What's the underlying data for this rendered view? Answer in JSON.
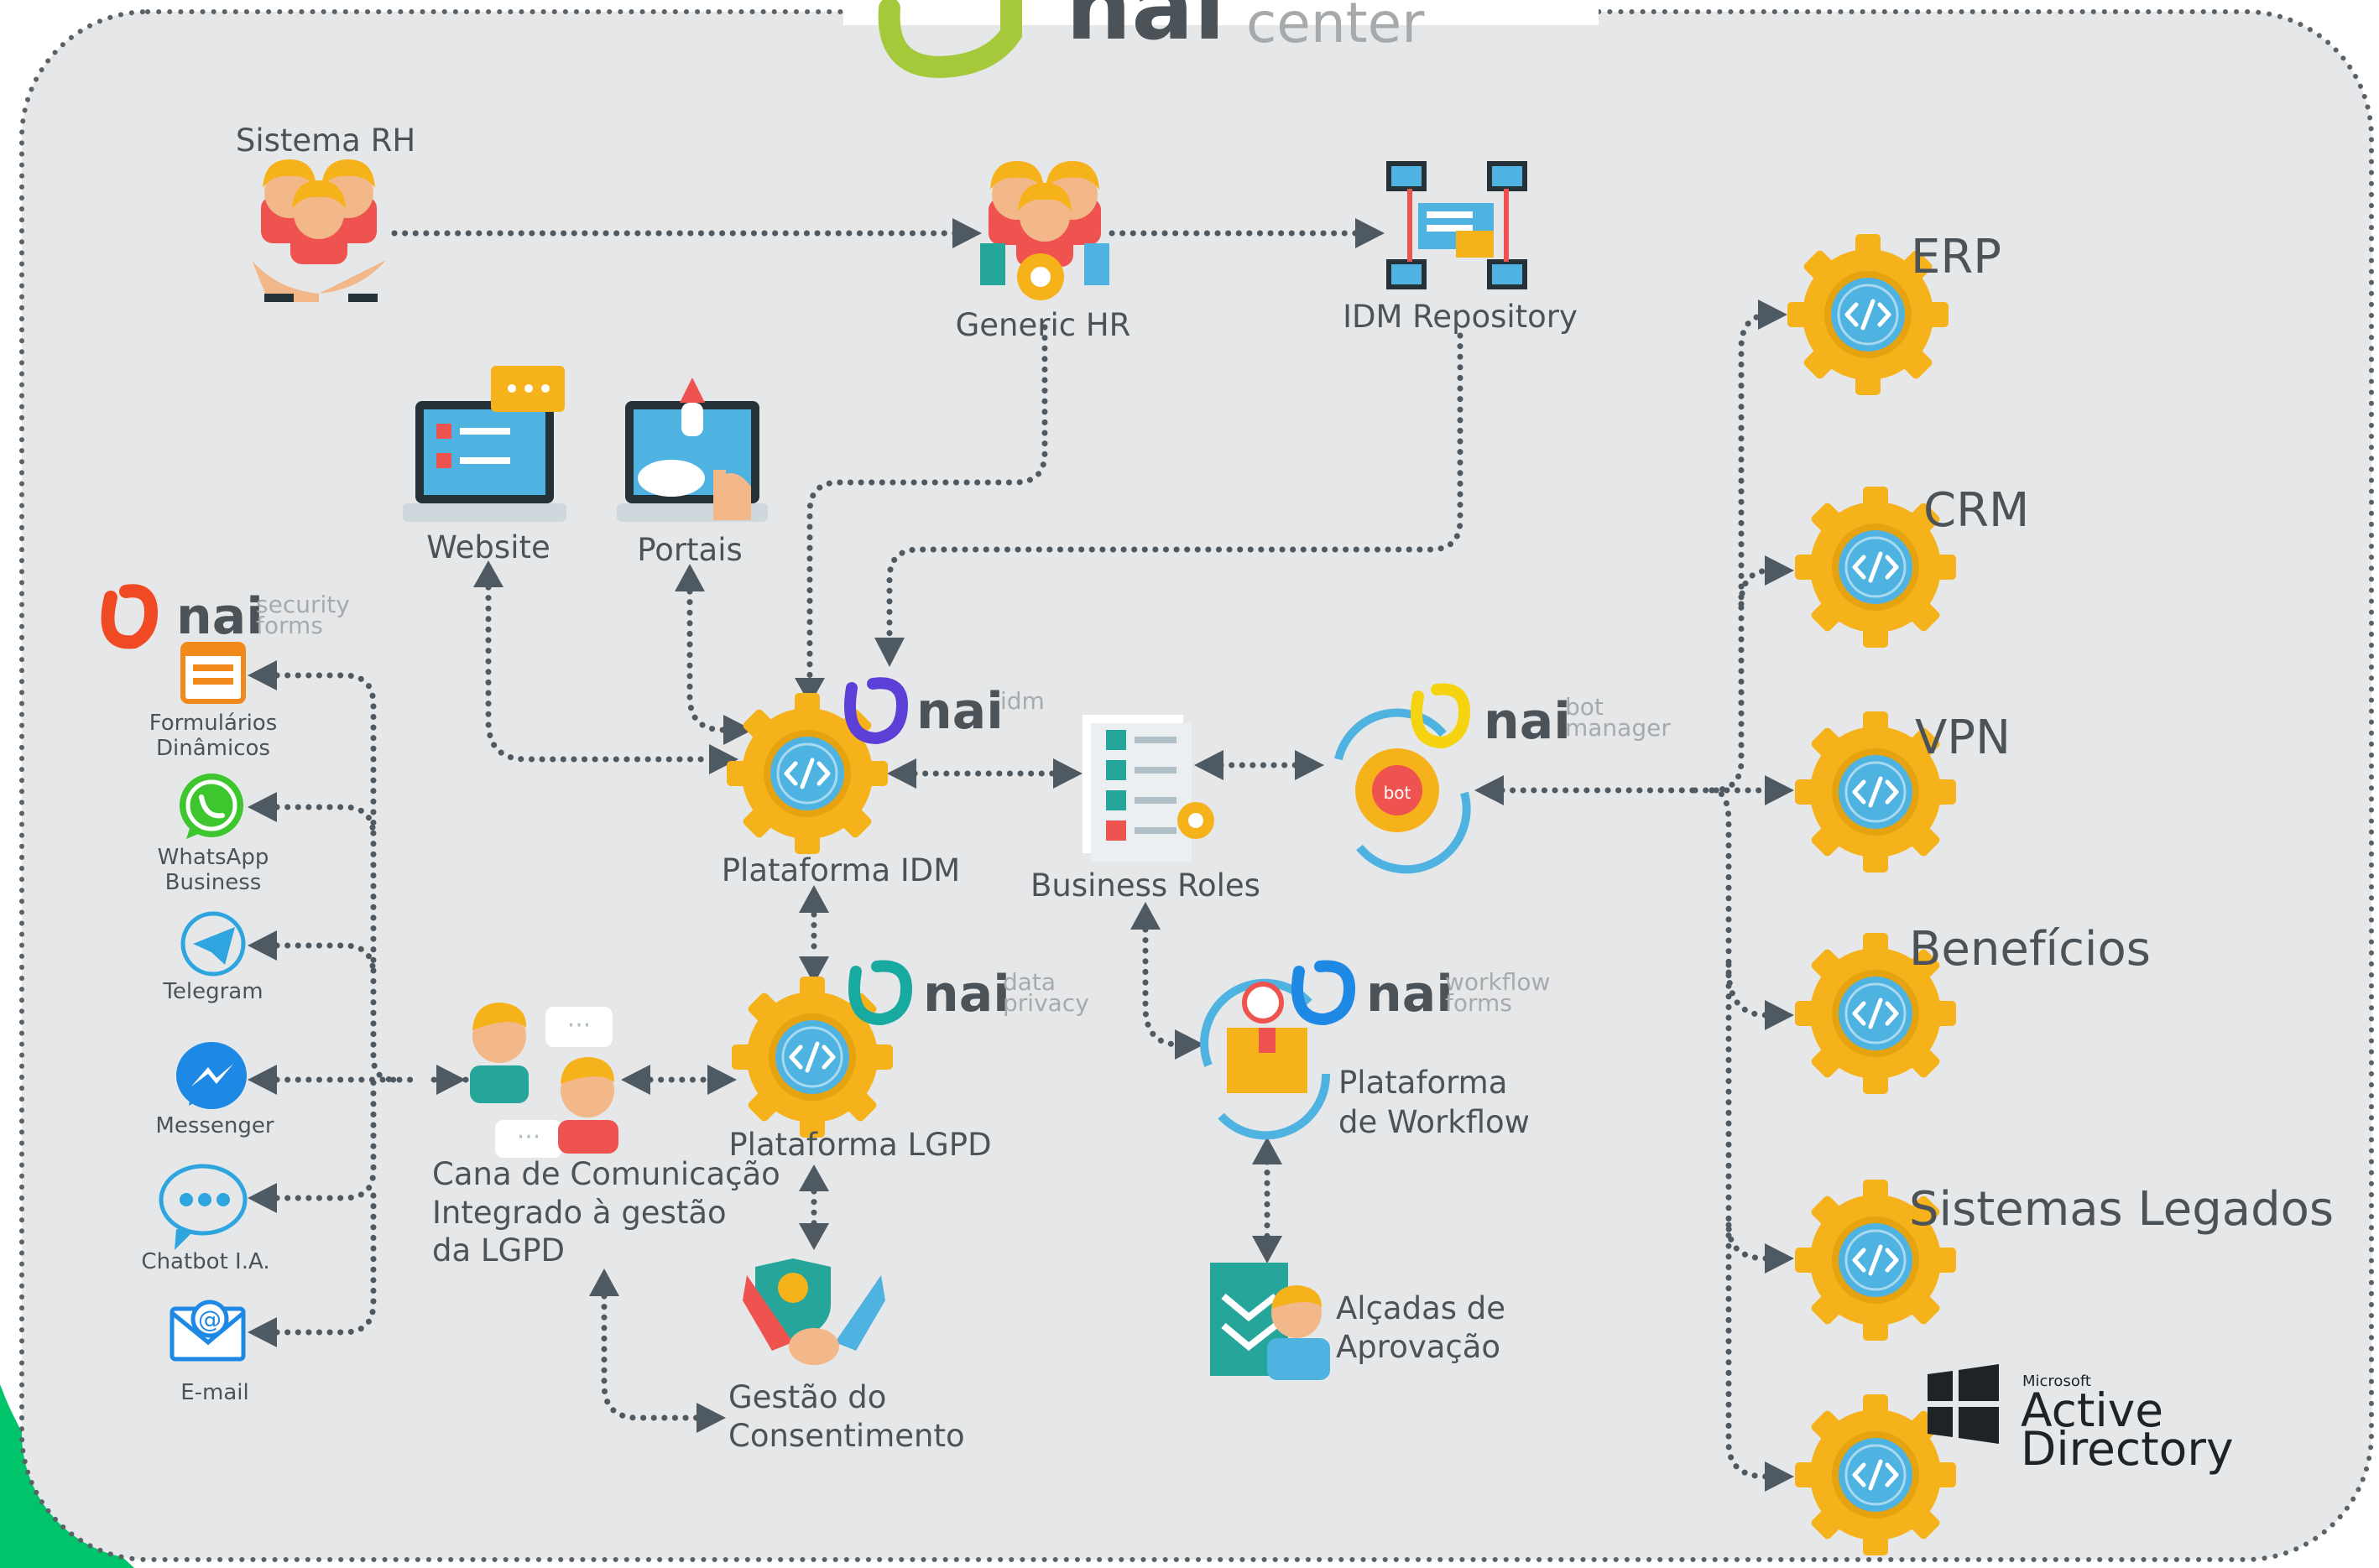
{
  "brand": {
    "word": "nai",
    "sub": "center",
    "colors": {
      "gold": "#f5b21b",
      "blue": "#4fb3e1",
      "canvas": "#e6e7e8",
      "line": "#4f5961",
      "green": "#00c46a"
    }
  },
  "top": {
    "sistema_rh": "Sistema RH",
    "generic_hr": "Generic HR",
    "idm_repository": "IDM Repository"
  },
  "middle": {
    "website": "Website",
    "portais": "Portais",
    "plataforma_idm": "Plataforma IDM",
    "business_roles": "Business Roles"
  },
  "products": {
    "security": {
      "word": "nai",
      "l1": "security",
      "l2": "forms"
    },
    "idm": {
      "word": "nai",
      "l1": "idm"
    },
    "bot": {
      "word": "nai",
      "l1": "bot",
      "l2": "manager",
      "badge": "bot"
    },
    "privacy": {
      "word": "nai",
      "l1": "data",
      "l2": "privacy"
    },
    "workflow": {
      "word": "nai",
      "l1": "workflow",
      "l2": "forms"
    }
  },
  "channels": {
    "formularios": [
      "Formulários",
      "Dinâmicos"
    ],
    "whatsapp": [
      "WhatsApp",
      "Business"
    ],
    "telegram": "Telegram",
    "messenger": "Messenger",
    "chatbot": "Chatbot I.A.",
    "email": "E-mail"
  },
  "lower": {
    "canal": [
      "Cana de Comunicação",
      "Integrado à gestão",
      "da LGPD"
    ],
    "lgpd": "Plataforma LGPD",
    "consent": [
      "Gestão do",
      "Consentimento"
    ],
    "workflow": [
      "Plataforma",
      "de Workflow"
    ],
    "alcadas": [
      "Alçadas de",
      "Aprovação"
    ]
  },
  "systems": {
    "erp": "ERP",
    "crm": "CRM",
    "vpn": "VPN",
    "beneficios": "Benefícios",
    "legados": "Sistemas Legados",
    "ad": {
      "top": "Microsoft",
      "line1": "Active",
      "line2": "Directory"
    }
  },
  "icons": [
    "code-gear-icon",
    "people-icon",
    "people-gear-icon",
    "network-server-icon",
    "laptop-icon",
    "cloud-touch-icon",
    "checklist-icon",
    "bot-icon",
    "chat-people-icon",
    "consent-shield-icon",
    "box-clock-icon",
    "approval-icon",
    "form-icon",
    "whatsapp-icon",
    "telegram-icon",
    "messenger-icon",
    "chatbot-icon",
    "email-icon",
    "windows-logo-icon"
  ]
}
